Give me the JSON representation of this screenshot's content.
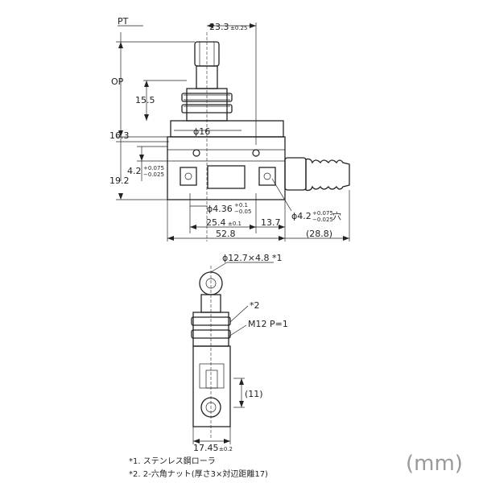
{
  "labels": {
    "pt": "PT",
    "op": "OP",
    "dim_23_3": "23.3",
    "dim_23_3_tol": "±0.25",
    "dim_15_5": "15.5",
    "dim_16_3": "16.3",
    "dim_phi16": "ϕ16",
    "dim_19_2": "19.2",
    "dim_4_2": "4.2",
    "dim_4_2_tol_upper": "+0.075",
    "dim_4_2_tol_lower": "−0.025",
    "dim_phi4_36": "ϕ4.36",
    "dim_phi4_36_tol_upper": "+0.1",
    "dim_phi4_36_tol_lower": "−0.05",
    "dim_phi4_2_hole": "ϕ4.2",
    "dim_phi4_2_hole_tol_upper": "+0.075",
    "dim_phi4_2_hole_tol_lower": "−0.025",
    "dim_phi4_2_hole_suffix": "穴",
    "dim_25_4": "25.4",
    "dim_25_4_tol": "±0.1",
    "dim_13_7": "13.7",
    "dim_52_8": "52.8",
    "dim_28_8": "(28.8)",
    "roller": "ϕ12.7×4.8  *1",
    "nut_ref": "*2",
    "thread": "M12  P=1",
    "dim_11": "(11)",
    "dim_17_45": "17.45",
    "dim_17_45_tol": "±0.2",
    "note1": "*1. ステンレス鋼ローラ",
    "note2": "*2. 2-六角ナット(厚さ3×対辺距離17)",
    "unit": "(mm)"
  }
}
